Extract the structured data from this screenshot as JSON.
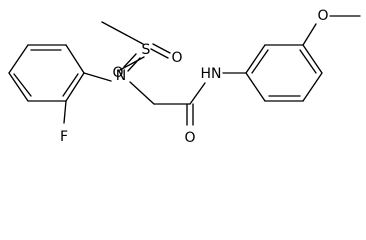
{
  "molecule": {
    "atoms": {
      "sulfur": "S",
      "nitrogen_sulfonamide": "N",
      "nitrogen_amide": "HN",
      "oxygen_sulfonyl_left": "O",
      "oxygen_sulfonyl_right": "O",
      "oxygen_carbonyl": "O",
      "oxygen_methoxy": "O",
      "fluorine": "F"
    }
  }
}
